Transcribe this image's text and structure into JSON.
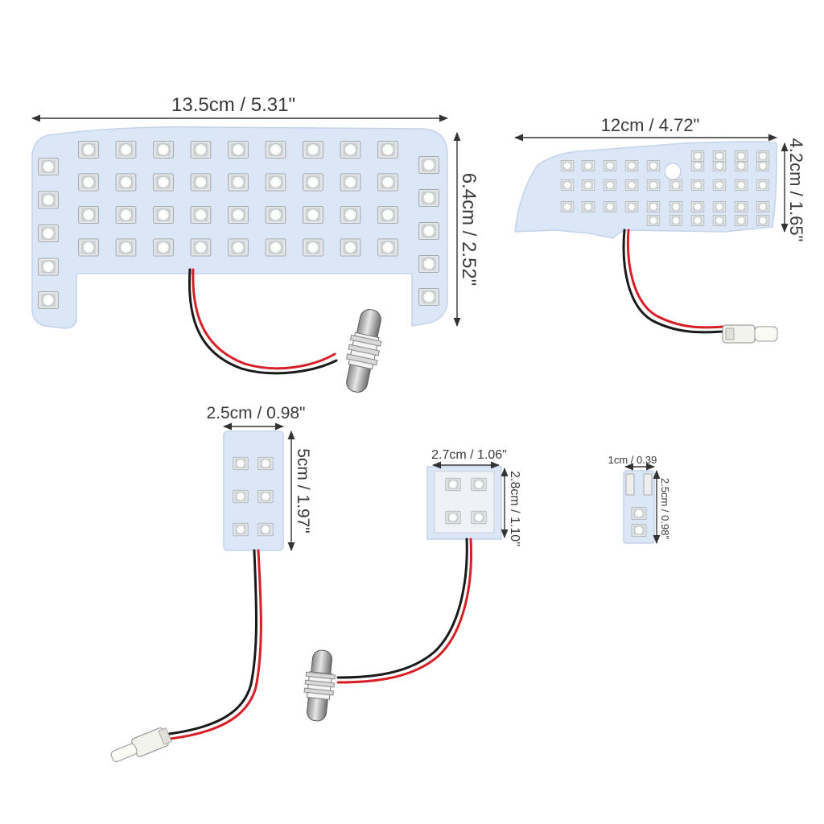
{
  "colors": {
    "board": "#dce8f8",
    "board_edge": "#c5d5ea",
    "led_frame": "#e2e2e2",
    "led_core": "#ffffff",
    "led_ring": "#b8bec4",
    "wire_red": "#d61f26",
    "wire_black": "#1a1a1a",
    "dimension_line": "#333333"
  },
  "labels": {
    "panel_large_width": "13.5cm / 5.31\"",
    "panel_large_height": "6.4cm / 2.52\"",
    "panel_curved_width": "12cm / 4.72\"",
    "panel_curved_height": "4.2cm / 1.65\"",
    "panel_small_width": "2.5cm / 0.98\"",
    "panel_small_height": "5cm / 1.97\"",
    "panel_square_width": "2.7cm / 1.06\"",
    "panel_square_height": "2.8cm / 1.10\"",
    "panel_tiny_width": "1cm / 0.39",
    "panel_tiny_height": "2.5cm / 0.98\""
  },
  "icons": [
    "festoon-bulb-icon",
    "t10-wedge-bulb-icon",
    "smd-led-icon"
  ]
}
